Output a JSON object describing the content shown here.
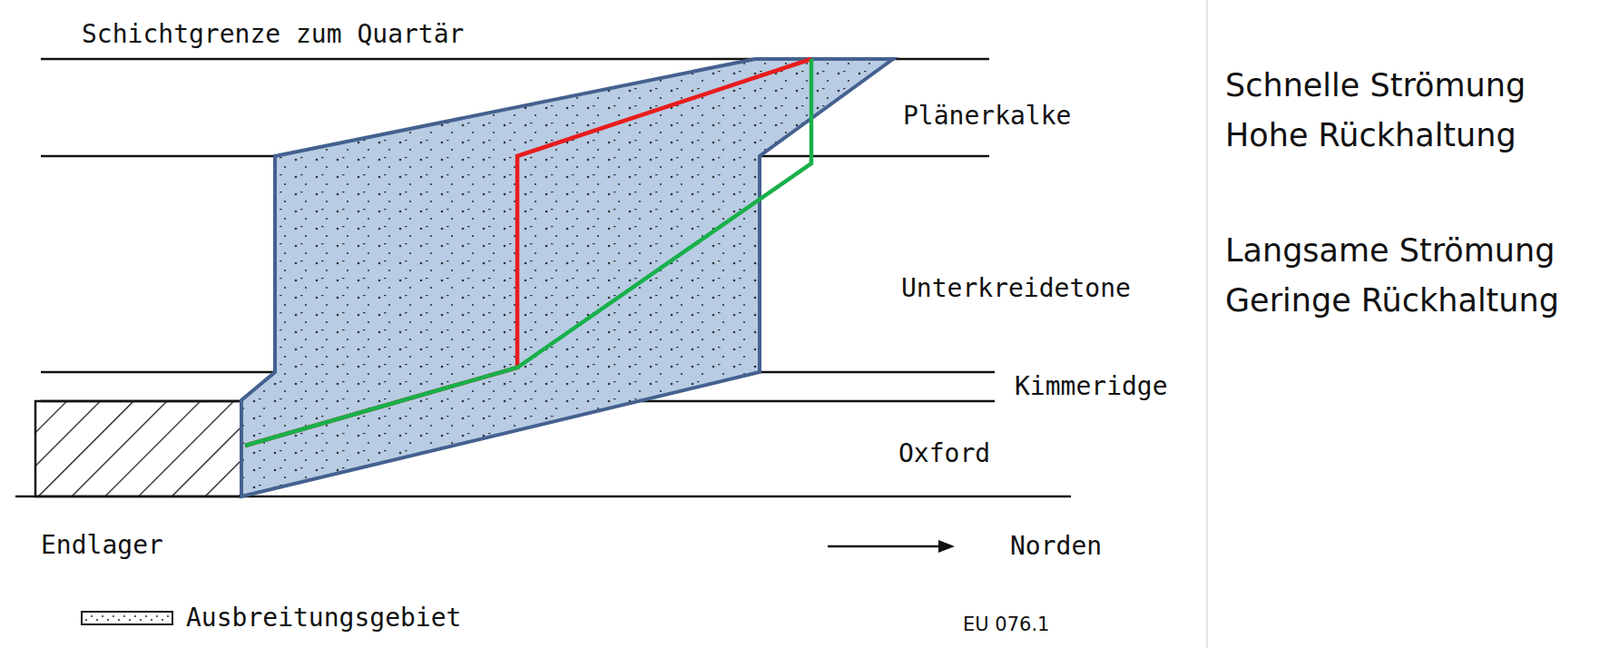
{
  "diagram": {
    "labels": [
      "Schichtgrenze zum Quartär",
      "Plänerkalke",
      "Unterkreidetone",
      "Kimmeridge",
      "Oxford",
      "Endlager",
      "Norden",
      "EU 076.1",
      "Schnelle Strömung",
      "Hohe Rückhaltung",
      "Langsame Strömung",
      "Geringe Rückhaltung"
    ],
    "legend": [
      {
        "text": "Ausbreitungsgebiet"
      }
    ]
  }
}
